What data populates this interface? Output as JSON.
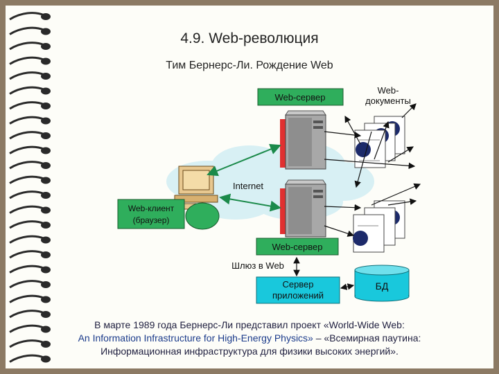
{
  "slide": {
    "title": "4.9. Web-революция",
    "subtitle": "Тим Бернерс-Ли. Рождение Web"
  },
  "diagram": {
    "web_server_top": "Web-сервер",
    "web_docs_line1": "Web-",
    "web_docs_line2": "документы",
    "internet": "Internet",
    "web_client_line1": "Web-клиент",
    "web_client_line2": "(браузер)",
    "web_server_bottom": "Web-сервер",
    "gateway": "Шлюз в Web",
    "app_server_line1": "Сервер",
    "app_server_line2": "приложений",
    "db": "БД",
    "colors": {
      "server_box": "#2fae5c",
      "app_server": "#19c8dc",
      "db": "#19c8dc",
      "cloud": "#d8f0f4"
    }
  },
  "caption": {
    "line1": "В марте 1989 года Бернерс-Ли представил проект «World-Wide Web:",
    "line2_blue": "An Information Infrastructure for High-Energy Physics»",
    "line2_rest": " – «Всемирная паутина:",
    "line3": "Информационная инфраструктура для физики высоких энергий»."
  }
}
